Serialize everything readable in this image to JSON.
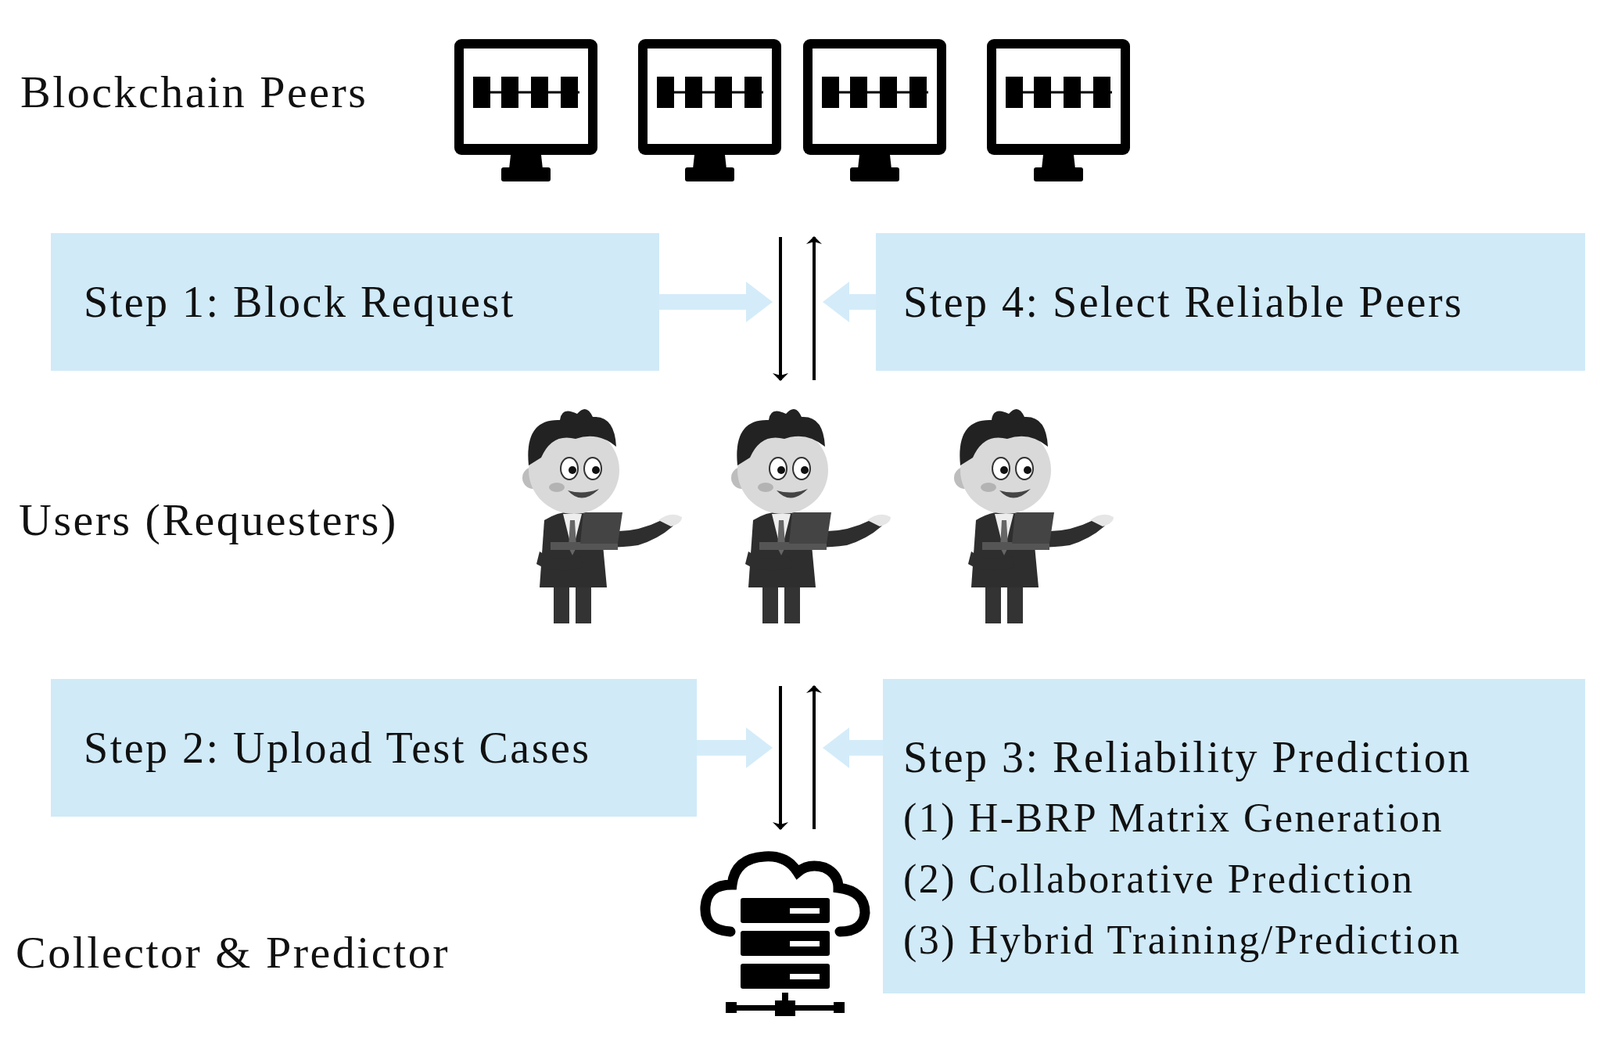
{
  "diagram": {
    "nodes": [
      {
        "text": [
          "Step 1: Block Request"
        ]
      },
      {
        "text": [
          "Step 4: Select Reliable Peers"
        ]
      },
      {
        "text": [
          "Step 2: Upload Test Cases"
        ]
      },
      {
        "text": [
          "Step 3: Reliability Prediction",
          "(1) H-BRP Matrix Generation",
          "(2) Collaborative Prediction",
          "(3) Hybrid Training/Prediction"
        ]
      }
    ],
    "labels": [
      "Blockchain Peers",
      "Users (Requesters)",
      "Collector & Predictor"
    ]
  }
}
